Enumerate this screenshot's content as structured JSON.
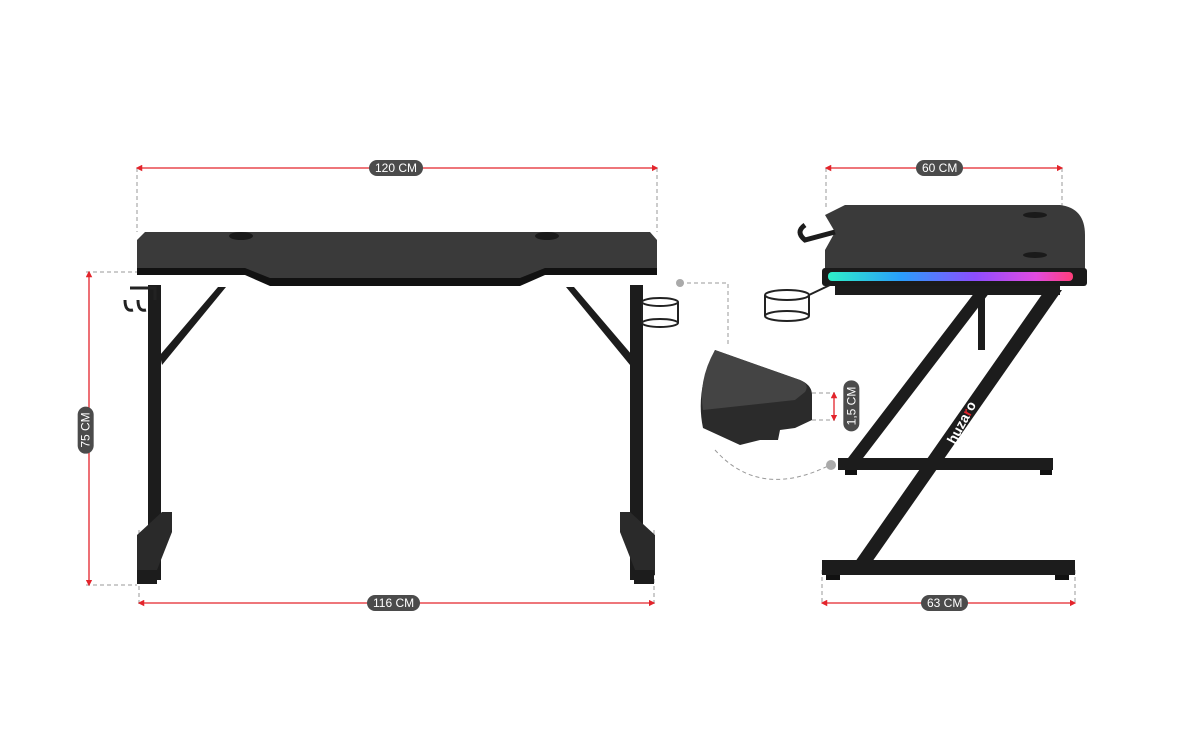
{
  "brand": "huzaro",
  "dimensions": {
    "front_width": "120 CM",
    "front_height": "75 CM",
    "front_leg_span": "116 CM",
    "side_depth": "60 CM",
    "side_base": "63 CM",
    "top_thickness": "1,5 CM"
  },
  "colors": {
    "dimension_line": "#e3242b",
    "label_bg": "#4b4b4b",
    "desk_top": "#3a3a3a",
    "frame": "#1c1c1c"
  }
}
